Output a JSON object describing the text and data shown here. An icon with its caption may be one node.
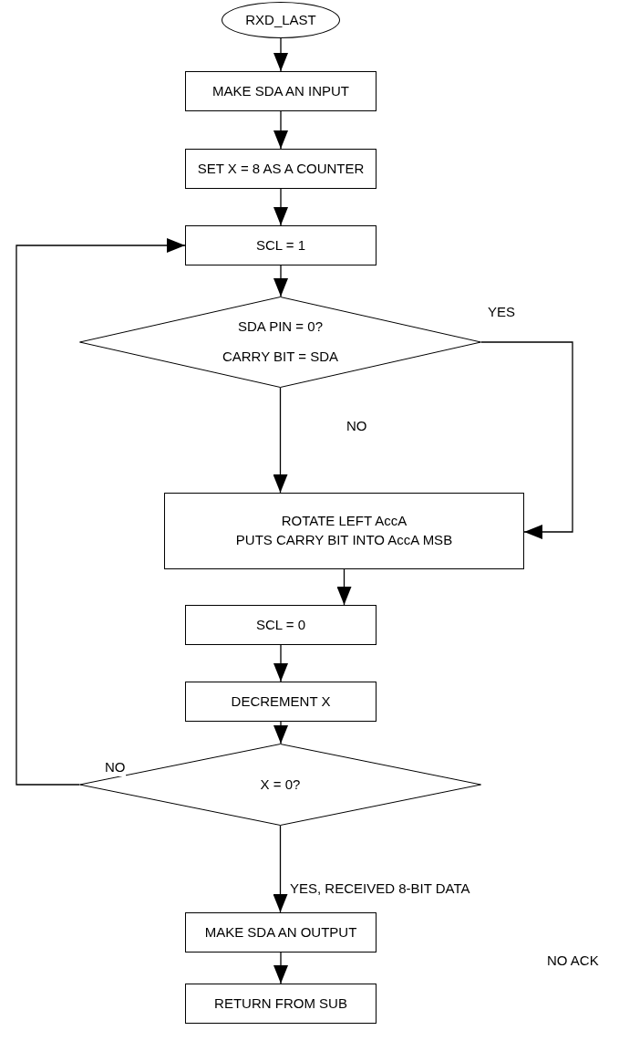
{
  "diagram": {
    "nodes": [
      {
        "text": [
          "RXD_LAST"
        ]
      },
      {
        "text": [
          "MAKE SDA AN INPUT"
        ]
      },
      {
        "text": [
          "SET X = 8 AS A COUNTER"
        ]
      },
      {
        "text": [
          "SCL = 1"
        ]
      },
      {
        "text": [
          "SDA PIN = 0?",
          "CARRY BIT = SDA"
        ]
      },
      {
        "text": [
          "ROTATE LEFT AccA",
          "PUTS CARRY BIT INTO AccA MSB"
        ]
      },
      {
        "text": [
          "SCL = 0"
        ]
      },
      {
        "text": [
          "DECREMENT X"
        ]
      },
      {
        "text": [
          "X = 0?"
        ]
      },
      {
        "text": [
          "MAKE SDA AN OUTPUT"
        ]
      },
      {
        "text": [
          "RETURN FROM SUB"
        ]
      }
    ],
    "edges": [
      {
        "from": 0,
        "to": 1,
        "arrow": "to"
      },
      {
        "from": 1,
        "to": 2,
        "arrow": "to"
      },
      {
        "from": 2,
        "to": 3,
        "arrow": "to"
      },
      {
        "from": 3,
        "to": 4,
        "arrow": "to"
      },
      {
        "from": 4,
        "to": 5,
        "arrow": "to",
        "label": "NO"
      },
      {
        "from": 4,
        "to": 5,
        "arrow": "to",
        "label": "YES"
      },
      {
        "from": 5,
        "to": 6,
        "arrow": "to"
      },
      {
        "from": 6,
        "to": 7,
        "arrow": "to"
      },
      {
        "from": 7,
        "to": 8,
        "arrow": "to"
      },
      {
        "from": 8,
        "to": 3,
        "arrow": "to",
        "label": "NO"
      },
      {
        "from": 8,
        "to": 9,
        "arrow": "to",
        "label": "YES, RECEIVED 8-BIT DATA"
      },
      {
        "from": 9,
        "to": 10,
        "arrow": "to"
      }
    ],
    "labels": [
      "NO ACK"
    ]
  }
}
